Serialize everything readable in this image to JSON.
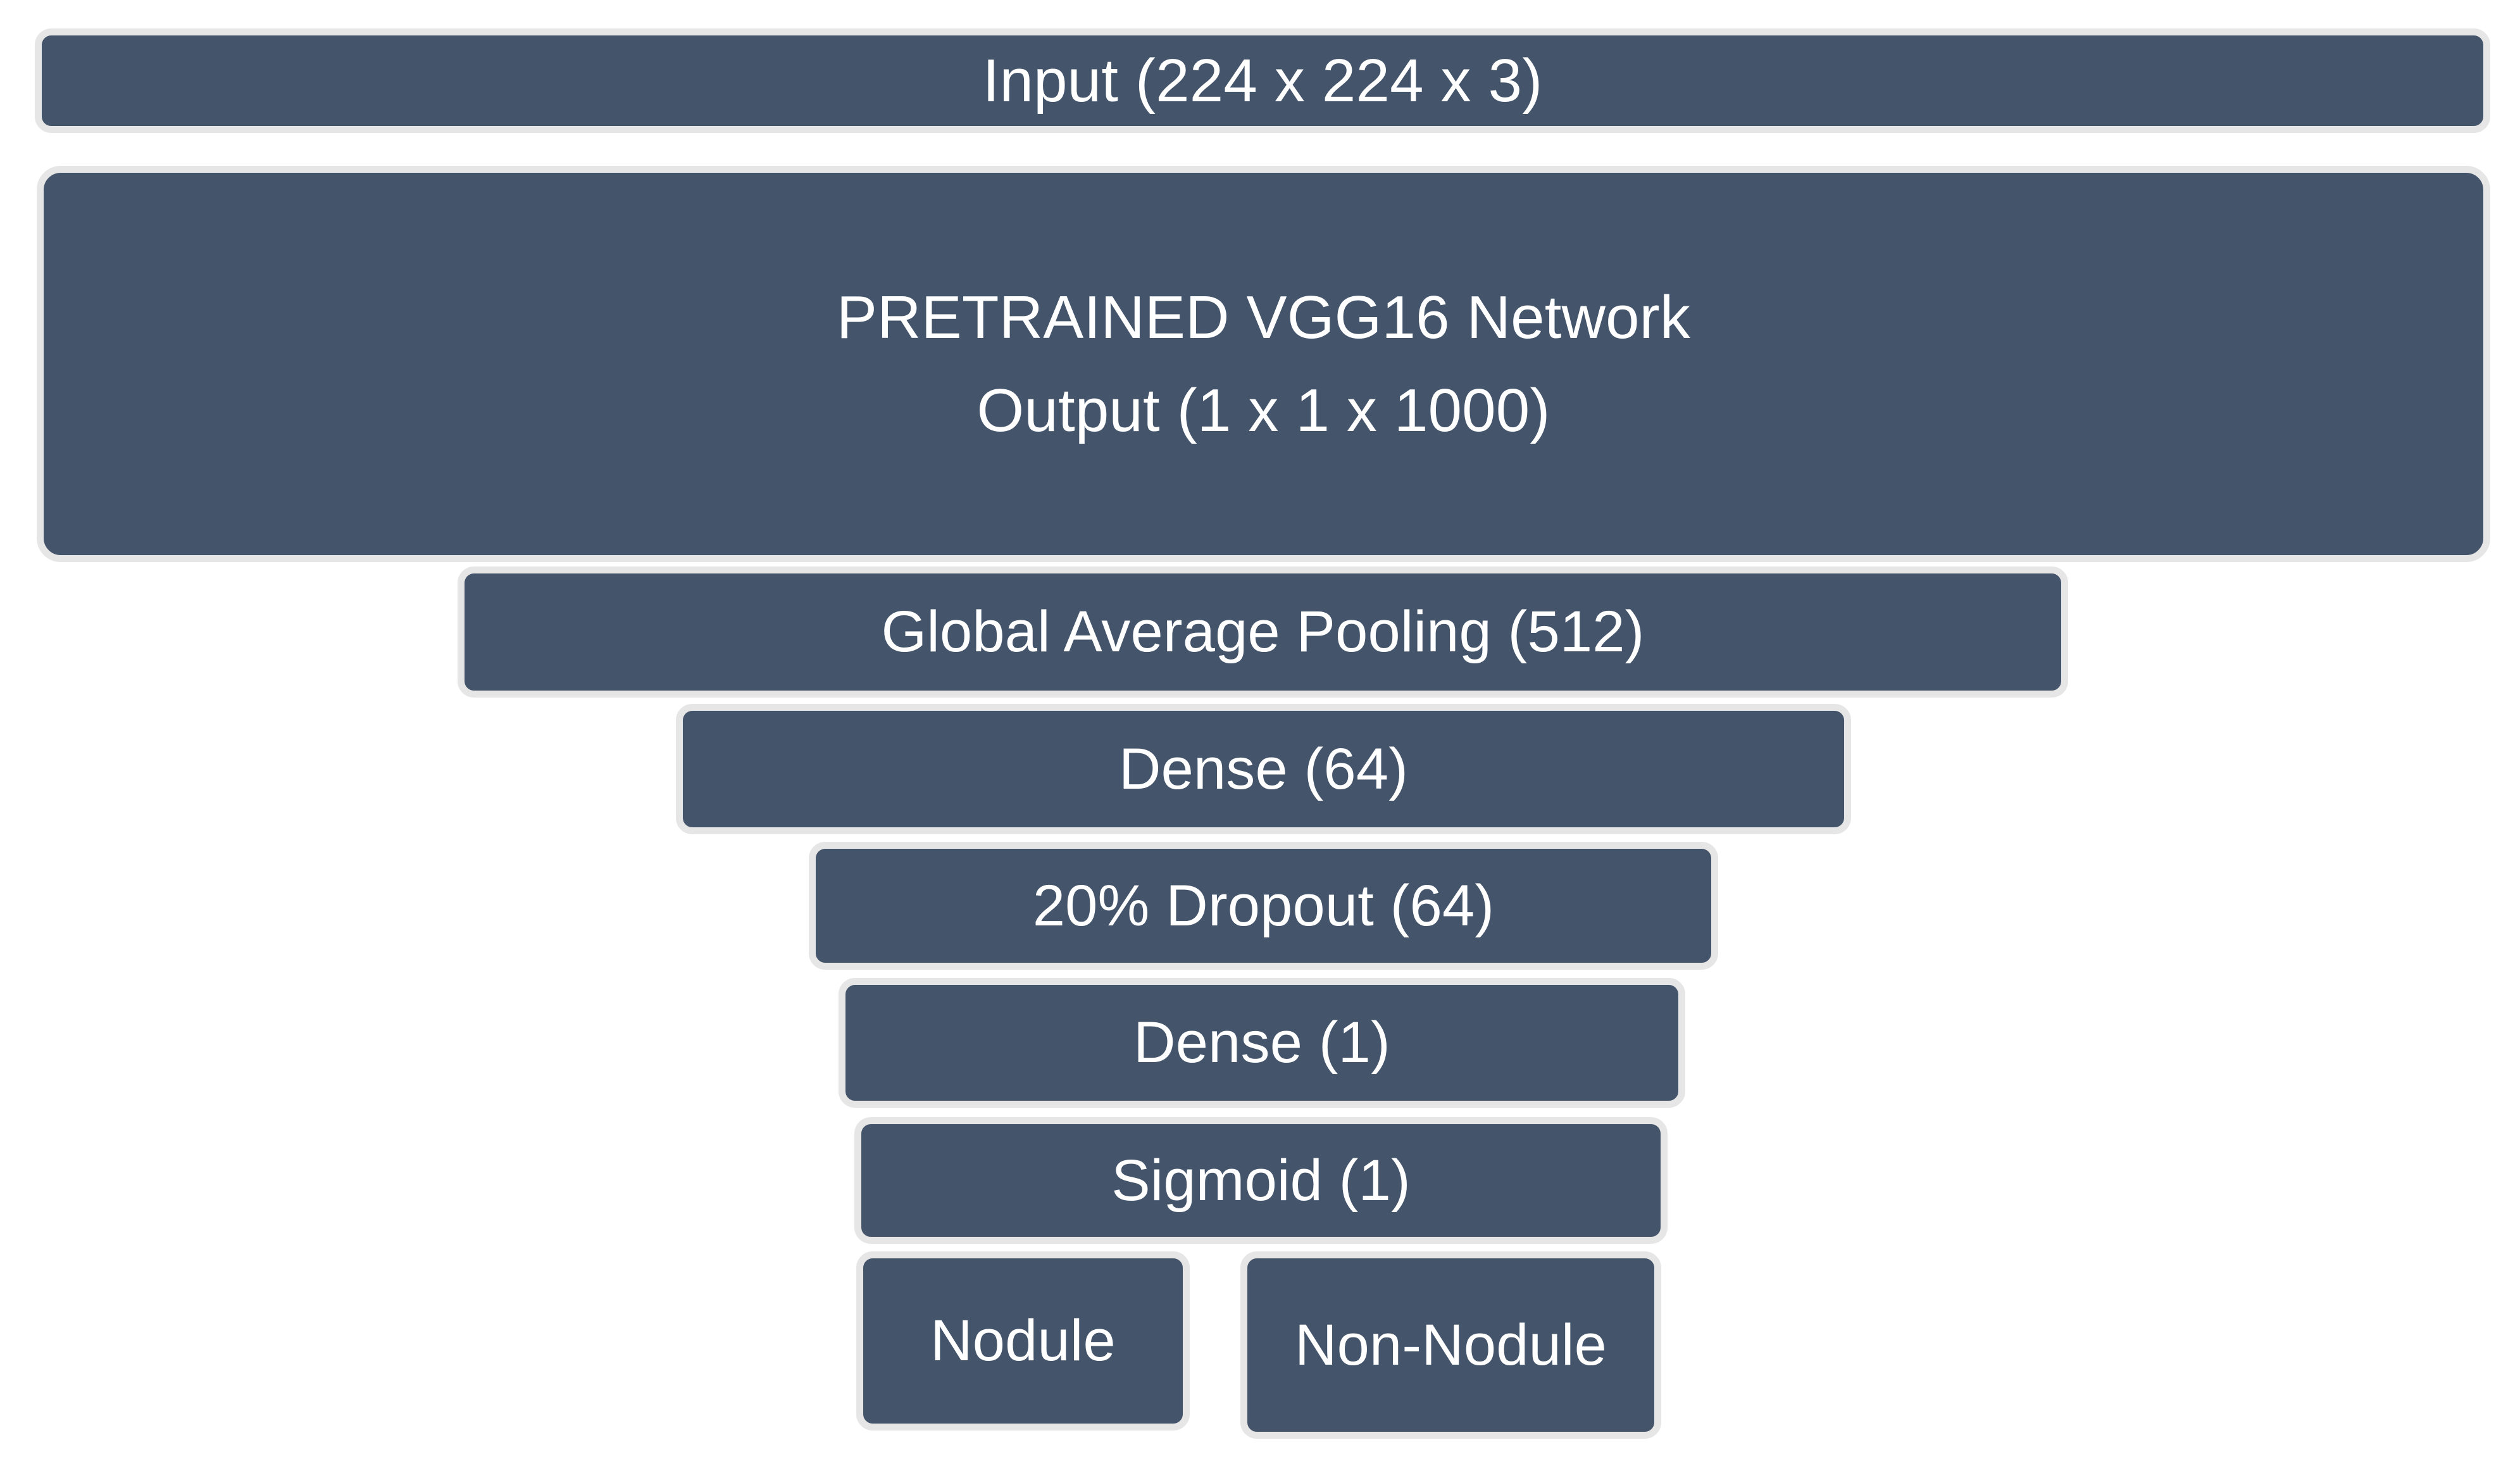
{
  "diagram": {
    "title": "VGG16 transfer-learning nodule classification architecture",
    "type": "flow-stack",
    "colors": {
      "node_fill": "#44546a",
      "node_outline": "#e7e6e6",
      "node_text": "#ffffff",
      "background": "#ffffff"
    },
    "nodes": [
      {
        "id": "input",
        "lines": [
          "Input (224 x 224 x 3)"
        ],
        "label": "Input (224 x 224 x 3)"
      },
      {
        "id": "vgg16",
        "lines": [
          "PRETRAINED VGG16 Network",
          "Output (1 x 1 x 1000)"
        ],
        "label": "PRETRAINED VGG16 Network"
      },
      {
        "id": "global-average-pooling",
        "lines": [
          "Global Average Pooling (512)"
        ],
        "label": "Global Average Pooling (512)"
      },
      {
        "id": "dense-64",
        "lines": [
          "Dense (64)"
        ],
        "label": "Dense (64)"
      },
      {
        "id": "dropout",
        "lines": [
          "20% Dropout (64)"
        ],
        "label": "20% Dropout (64)"
      },
      {
        "id": "dense-1",
        "lines": [
          "Dense (1)"
        ],
        "label": "Dense (1)"
      },
      {
        "id": "sigmoid",
        "lines": [
          "Sigmoid (1)"
        ],
        "label": "Sigmoid (1)"
      },
      {
        "id": "nodule",
        "lines": [
          "Nodule"
        ],
        "label": "Nodule"
      },
      {
        "id": "non-nodule",
        "lines": [
          "Non-Nodule"
        ],
        "label": "Non-Nodule"
      }
    ]
  }
}
